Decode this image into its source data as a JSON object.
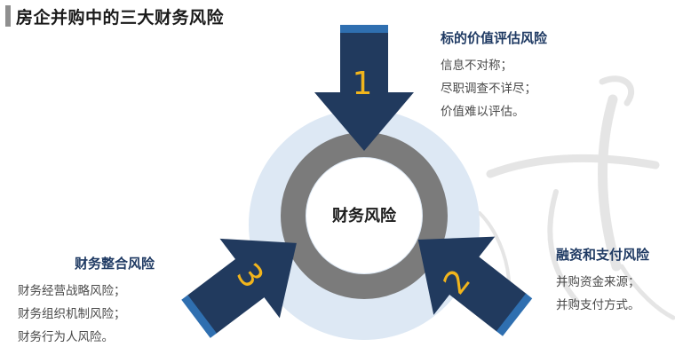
{
  "title": "房企并购中的三大财务风险",
  "center_label": "财务风险",
  "colors": {
    "arrow": "#213a5e",
    "arrow_edge": "#2f6fb0",
    "ring": "#7b7b7b",
    "halo": "#dde8f4",
    "number": "#f2b51c",
    "heading": "#1f3a63"
  },
  "risks": [
    {
      "number": "1",
      "heading": "标的价值评估风险",
      "items": [
        "信息不对称；",
        "尽职调查不详尽；",
        "价值难以评估。"
      ]
    },
    {
      "number": "2",
      "heading": "融资和支付风险",
      "items": [
        "并购资金来源；",
        "并购支付方式。"
      ]
    },
    {
      "number": "3",
      "heading": "财务整合风险",
      "items": [
        "财务经营战略风险；",
        "财务组织机制风险；",
        "财务行为人风险。"
      ]
    }
  ]
}
